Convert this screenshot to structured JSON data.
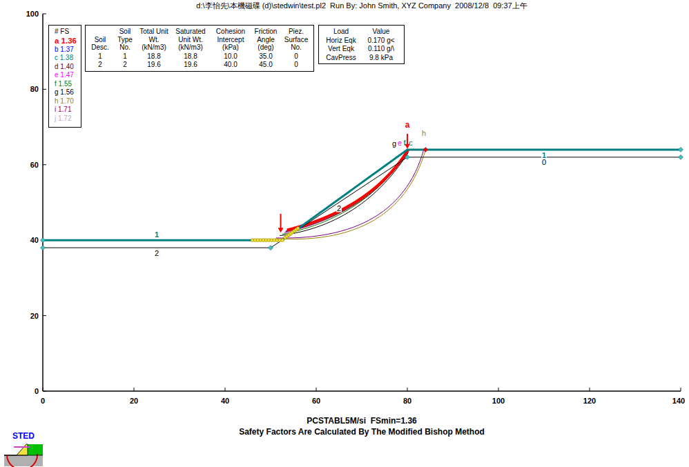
{
  "diagram": {
    "title": "d:\\李怡先\\本機磁碟 (d)\\stedwin\\test.pl2  Run By: John Smith, XYZ Company  2008/12/8  09:37上午",
    "nodes": [
      {
        "text": [
          "# FS"
        ]
      },
      {
        "text": [
          "Soil Desc.",
          "Soil Type No.",
          "Total Unit Wt. (kN/m3)",
          "Saturated Unit Wt. (kN/m3)",
          "Cohesion Intercept (kPa)",
          "Friction Angle (deg)",
          "Piez. Surface No.",
          "1",
          "1",
          "18.8",
          "18.8",
          "10.0",
          "35.0",
          "0",
          "2",
          "2",
          "19.6",
          "19.6",
          "40.0",
          "45.0",
          "0"
        ]
      },
      {
        "text": [
          "Load",
          "Value",
          "Horiz Eqk",
          "0.170 g<",
          "Vert Eqk",
          "0.110 g/\\",
          "CavPress",
          "9.8 kPa"
        ]
      }
    ],
    "labels": [
      "100",
      "80",
      "60",
      "40",
      "20",
      "0",
      "0",
      "20",
      "40",
      "60",
      "80",
      "100",
      "120",
      "140",
      "1",
      "2",
      "1",
      "0",
      "2",
      "a",
      "g",
      "e",
      "f",
      "c",
      "h",
      "PCSTABL5M/si  FSmin=1.36",
      "Safety Factors Are Calculated By The Modified Bishop Method",
      "STED"
    ],
    "legend": [
      {
        "text": "a 1.36",
        "color": "#ff0000"
      },
      {
        "text": "b 1.37",
        "color": "#0000ff"
      },
      {
        "text": "c 1.38",
        "color": "#008080"
      },
      {
        "text": "d 1.40",
        "color": "#800000"
      },
      {
        "text": "e 1.47",
        "color": "#ff00ff"
      },
      {
        "text": "f 1.55",
        "color": "#008000"
      },
      {
        "text": "g 1.56",
        "color": "#000000"
      },
      {
        "text": "h 1.70",
        "color": "#a08000"
      },
      {
        "text": "i 1.71",
        "color": "#800080"
      },
      {
        "text": "j 1.72",
        "color": "#b4acd0"
      }
    ]
  }
}
